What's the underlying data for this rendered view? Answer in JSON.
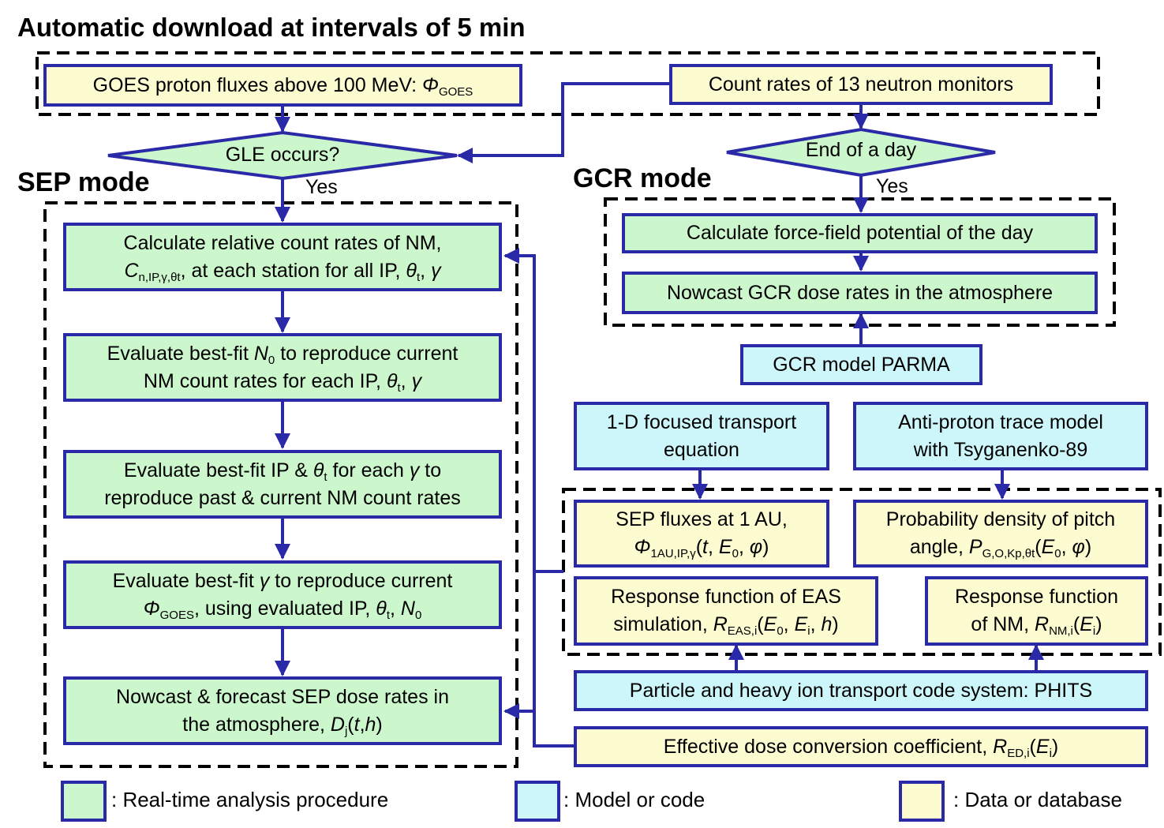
{
  "headings": {
    "top": "Automatic download at intervals of 5 min",
    "sep_mode": "SEP mode",
    "gcr_mode": "GCR mode"
  },
  "decisions": {
    "gle": "GLE occurs?",
    "gle_yes": "Yes",
    "end_of_day": "End of a day",
    "end_of_day_yes": "Yes"
  },
  "inputs": {
    "goes": {
      "text": "GOES proton fluxes above 100 MeV: ",
      "symbol": "Φ",
      "sub": "GOES"
    },
    "nm_counts": "Count rates of 13 neutron monitors"
  },
  "sep_steps": {
    "step1": {
      "line1": "Calculate relative count rates of NM,",
      "line2a": "C",
      "line2sub": "n,IP,γ,θt",
      "line2b": ", at each station for all IP, ",
      "line2c": "θ",
      "line2csub": "t",
      "line2d": ", ",
      "line2e": "γ"
    },
    "step2": {
      "line1a": "Evaluate best-fit ",
      "line1b": "N",
      "line1bsub": "0",
      "line1c": " to reproduce current",
      "line2a": "NM count rates for each IP, ",
      "line2b": "θ",
      "line2bsub": "t",
      "line2c": ", ",
      "line2d": "γ"
    },
    "step3": {
      "line1a": "Evaluate best-fit IP & ",
      "line1b": "θ",
      "line1bsub": "t",
      "line1c": " for each ",
      "line1d": "γ",
      "line1e": " to",
      "line2": "reproduce past & current NM count rates"
    },
    "step4": {
      "line1a": "Evaluate best-fit ",
      "line1b": "γ",
      "line1c": " to reproduce current",
      "line2a": "Φ",
      "line2asub": "GOES",
      "line2b": ", using evaluated IP, ",
      "line2c": "θ",
      "line2csub": "t",
      "line2d": ", ",
      "line2e": "N",
      "line2esub": "0"
    },
    "step5": {
      "line1": "Nowcast & forecast SEP dose rates in",
      "line2a": "the atmosphere, ",
      "line2b": "D",
      "line2bsub": "j",
      "line2c": "(",
      "line2d": "t",
      "line2e": ",",
      "line2f": "h",
      "line2g": ")"
    }
  },
  "gcr_steps": {
    "force_field": "Calculate force-field potential of the day",
    "nowcast": "Nowcast GCR dose rates in the atmosphere",
    "parma": "GCR model PARMA"
  },
  "models": {
    "transport": {
      "line1": "1-D focused transport",
      "line2": "equation"
    },
    "antiproton": {
      "line1": "Anti-proton trace model",
      "line2": "with Tsyganenko-89"
    },
    "phits": "Particle and heavy ion transport code system: PHITS"
  },
  "data_boxes": {
    "sep_flux": {
      "line1": "SEP fluxes at 1 AU,",
      "sym": "Φ",
      "sub": "1AU,IP,γ",
      "args_a": "(",
      "t": "t",
      "args_b": ", ",
      "E": "E",
      "Esub": "0",
      "args_c": ", ",
      "phi": "φ",
      "args_d": ")"
    },
    "pitch": {
      "line1": "Probability density of pitch",
      "line2a": "angle, ",
      "P": "P",
      "Psub": "G,O,Kp,θt",
      "args_a": "(",
      "E": "E",
      "Esub": "0",
      "args_b": ", ",
      "phi": "φ",
      "args_c": ")"
    },
    "eas": {
      "line1": "Response function of EAS",
      "line2a": "simulation, ",
      "R": "R",
      "Rsub": "EAS,i",
      "args_a": "(",
      "E0": "E",
      "E0sub": "0",
      "args_b": ", ",
      "Ei": "E",
      "Eisub": "i",
      "args_c": ", ",
      "h": "h",
      "args_d": ")"
    },
    "nm_resp": {
      "line1": "Response function",
      "line2a": "of NM, ",
      "R": "R",
      "Rsub": "NM,i",
      "args_a": "(",
      "E": "E",
      "Esub": "i",
      "args_b": ")"
    },
    "ed": {
      "text": "Effective dose conversion coefficient, ",
      "R": "R",
      "Rsub": "ED,i",
      "args_a": "(",
      "E": "E",
      "Esub": "i",
      "args_b": ")"
    }
  },
  "legend": {
    "procedure": ": Real-time analysis procedure",
    "model": ": Model or code",
    "data": ": Data or database"
  },
  "colors": {
    "border": "#2a2aa8",
    "procedure_fill": "#ccf6cc",
    "model_fill": "#ccf6fa",
    "data_fill": "#fdfbd0"
  }
}
